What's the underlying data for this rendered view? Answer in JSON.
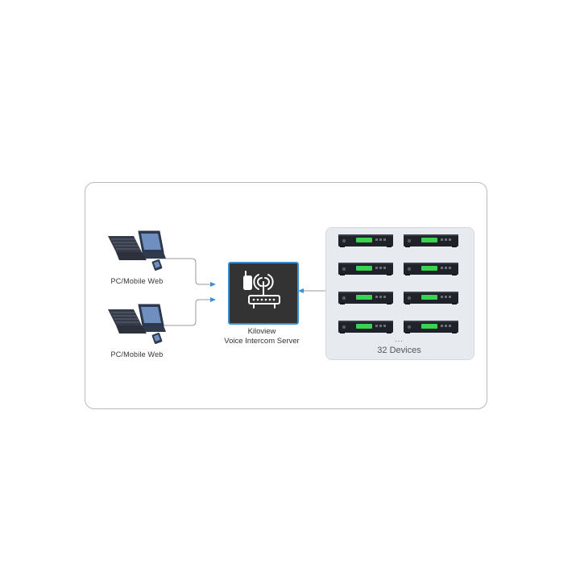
{
  "clients": [
    {
      "label": "PC/Mobile Web",
      "icon": "laptop-phone-icon"
    },
    {
      "label": "PC/Mobile Web",
      "icon": "laptop-phone-icon"
    }
  ],
  "server": {
    "line1": "Kiloview",
    "line2": "Voice Intercom Server",
    "icon": "router-antenna-icon"
  },
  "devices": {
    "dots": "...",
    "count": "32 Devices",
    "icon": "encoder-device-icon"
  },
  "colors": {
    "arrow": "#3a8fd3",
    "server_bg": "#333333",
    "panel_bg": "#e7eaee",
    "device_screen": "#39d353"
  }
}
